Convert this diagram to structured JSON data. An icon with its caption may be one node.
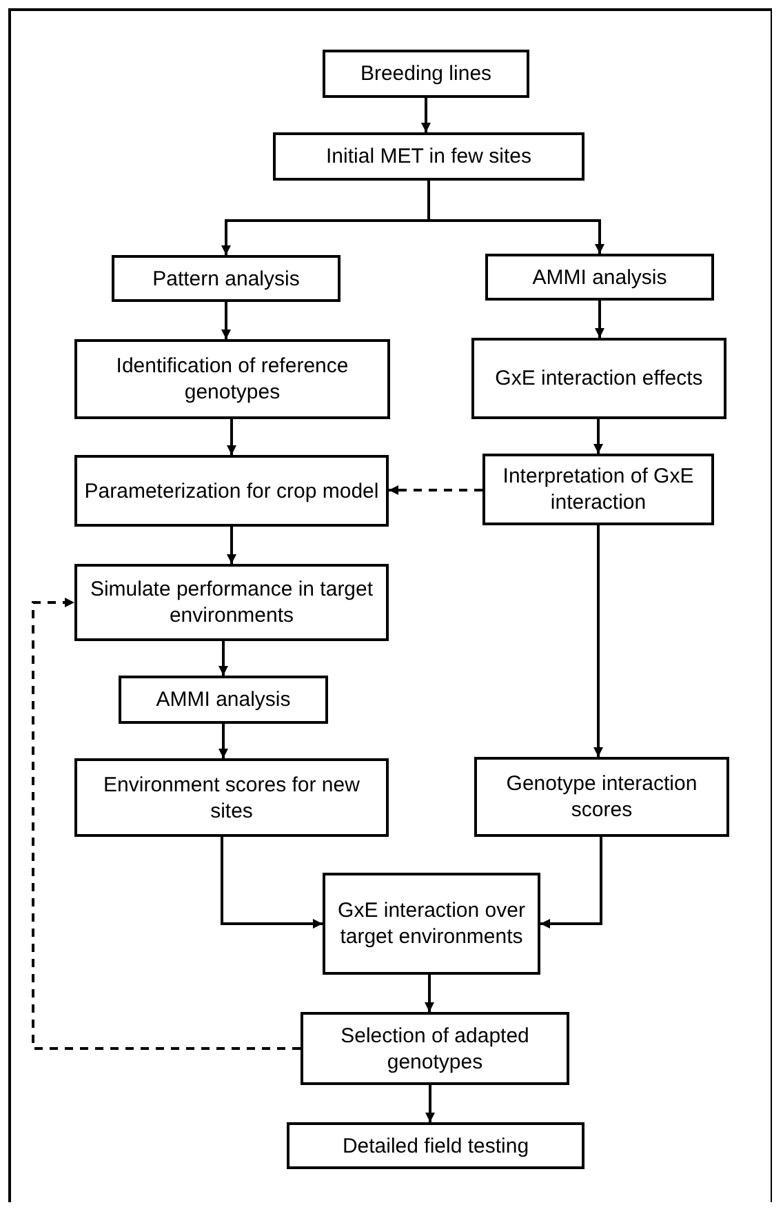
{
  "diagram": {
    "nodes": [
      {
        "text": [
          "Breeding lines"
        ]
      },
      {
        "text": [
          "Initial MET in few sites"
        ]
      },
      {
        "text": [
          "Pattern analysis"
        ]
      },
      {
        "text": [
          "AMMI analysis"
        ]
      },
      {
        "text": [
          "Identification of reference genotypes"
        ]
      },
      {
        "text": [
          "GxE interaction effects"
        ]
      },
      {
        "text": [
          "Parameterization for crop model"
        ]
      },
      {
        "text": [
          "Interpretation of GxE interaction"
        ]
      },
      {
        "text": [
          "Simulate performance in target environments"
        ]
      },
      {
        "text": [
          "AMMI analysis"
        ]
      },
      {
        "text": [
          "Environment scores for new sites"
        ]
      },
      {
        "text": [
          "Genotype interaction scores"
        ]
      },
      {
        "text": [
          "GxE interaction over target environments"
        ]
      },
      {
        "text": [
          "Selection of adapted genotypes"
        ]
      },
      {
        "text": [
          "Detailed field testing"
        ]
      }
    ],
    "edges": [
      {
        "from": 0,
        "to": 1,
        "arrow": "to"
      },
      {
        "from": 1,
        "to": 2,
        "arrow": "to"
      },
      {
        "from": 1,
        "to": 3,
        "arrow": "to"
      },
      {
        "from": 2,
        "to": 4,
        "arrow": "to"
      },
      {
        "from": 3,
        "to": 5,
        "arrow": "to"
      },
      {
        "from": 4,
        "to": 6,
        "arrow": "to"
      },
      {
        "from": 5,
        "to": 7,
        "arrow": "to"
      },
      {
        "from": 7,
        "to": 6,
        "arrow": "to",
        "style": "dashed"
      },
      {
        "from": 6,
        "to": 8,
        "arrow": "to"
      },
      {
        "from": 8,
        "to": 9,
        "arrow": "to"
      },
      {
        "from": 9,
        "to": 10,
        "arrow": "to"
      },
      {
        "from": 7,
        "to": 11,
        "arrow": "to"
      },
      {
        "from": 10,
        "to": 12,
        "arrow": "to"
      },
      {
        "from": 11,
        "to": 12,
        "arrow": "to"
      },
      {
        "from": 12,
        "to": 13,
        "arrow": "to"
      },
      {
        "from": 13,
        "to": 8,
        "arrow": "to",
        "style": "dashed"
      },
      {
        "from": 13,
        "to": 14,
        "arrow": "to"
      }
    ]
  }
}
